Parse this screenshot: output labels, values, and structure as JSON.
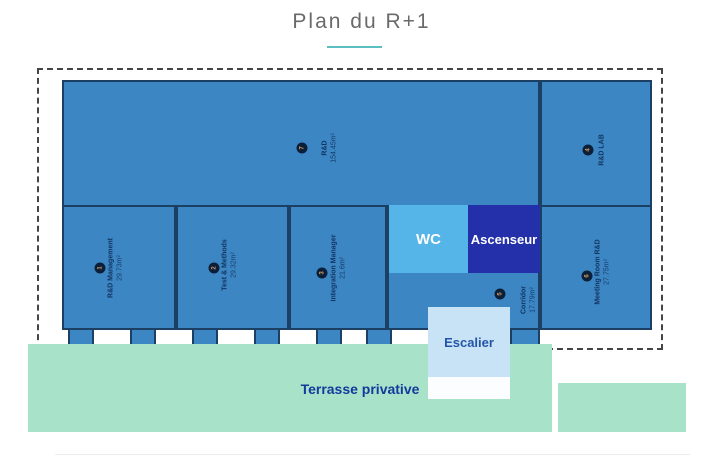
{
  "title": "Plan du R+1",
  "colors": {
    "accent_underline": "#5bbfc1",
    "room_blue": "#3d86c4",
    "wall_navy": "#1b4063",
    "wc_blue": "#55b4e8",
    "elevator_navy": "#2330a9",
    "stairs_pale_blue": "#c9e3f6",
    "terrace_green": "#a7e2c9",
    "label_navy": "#10335f",
    "terrace_text_blue": "#16399c",
    "title_gray": "#6a6a6a"
  },
  "rooms": [
    {
      "name": "R&D",
      "area": "154.45m²",
      "number": "7"
    },
    {
      "name": "R&D LAB",
      "area": "",
      "number": "4"
    },
    {
      "name": "R&D Management",
      "area": "29.73m²",
      "number": "1"
    },
    {
      "name": "Test & Methods",
      "area": "29.32m²",
      "number": "2"
    },
    {
      "name": "Integration Manager",
      "area": "21.6m²",
      "number": "3"
    },
    {
      "name": "Corridor",
      "area": "17.79m²",
      "number": "5"
    },
    {
      "name": "Meeting Room R&D",
      "area": "27.75m²",
      "number": "6"
    }
  ],
  "zones": {
    "wc": "WC",
    "elevator": "Ascenseur",
    "stairs": "Escalier",
    "terrace": "Terrasse privative"
  }
}
